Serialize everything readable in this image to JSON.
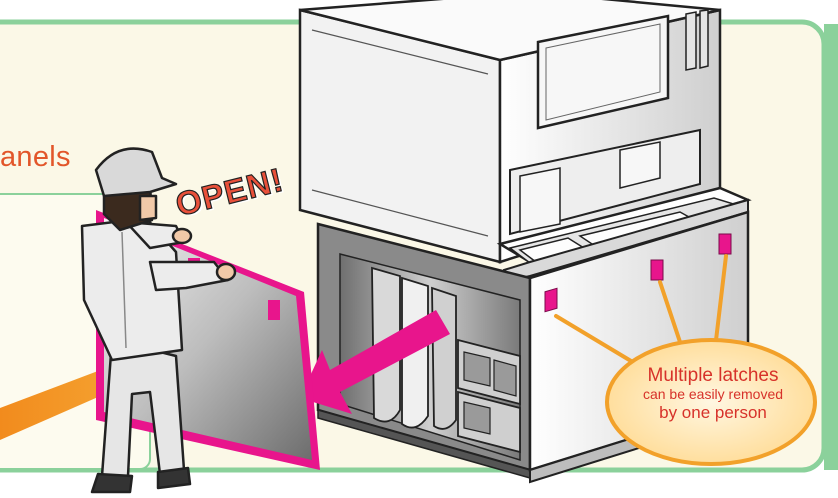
{
  "heading": {
    "text": "anels"
  },
  "open_label": "OPEN!",
  "callout": {
    "line1": "Multiple latches",
    "line2": "can be easily removed",
    "line3": "by one person"
  },
  "colors": {
    "frame_green": "#8bd19b",
    "panel_bg": "#fbf8e7",
    "accent_magenta": "#e8158c",
    "latch_orange": "#f2a12a",
    "callout_fill": "#ffe9b8",
    "text_orange": "#e2562a",
    "text_red": "#d7322a"
  }
}
